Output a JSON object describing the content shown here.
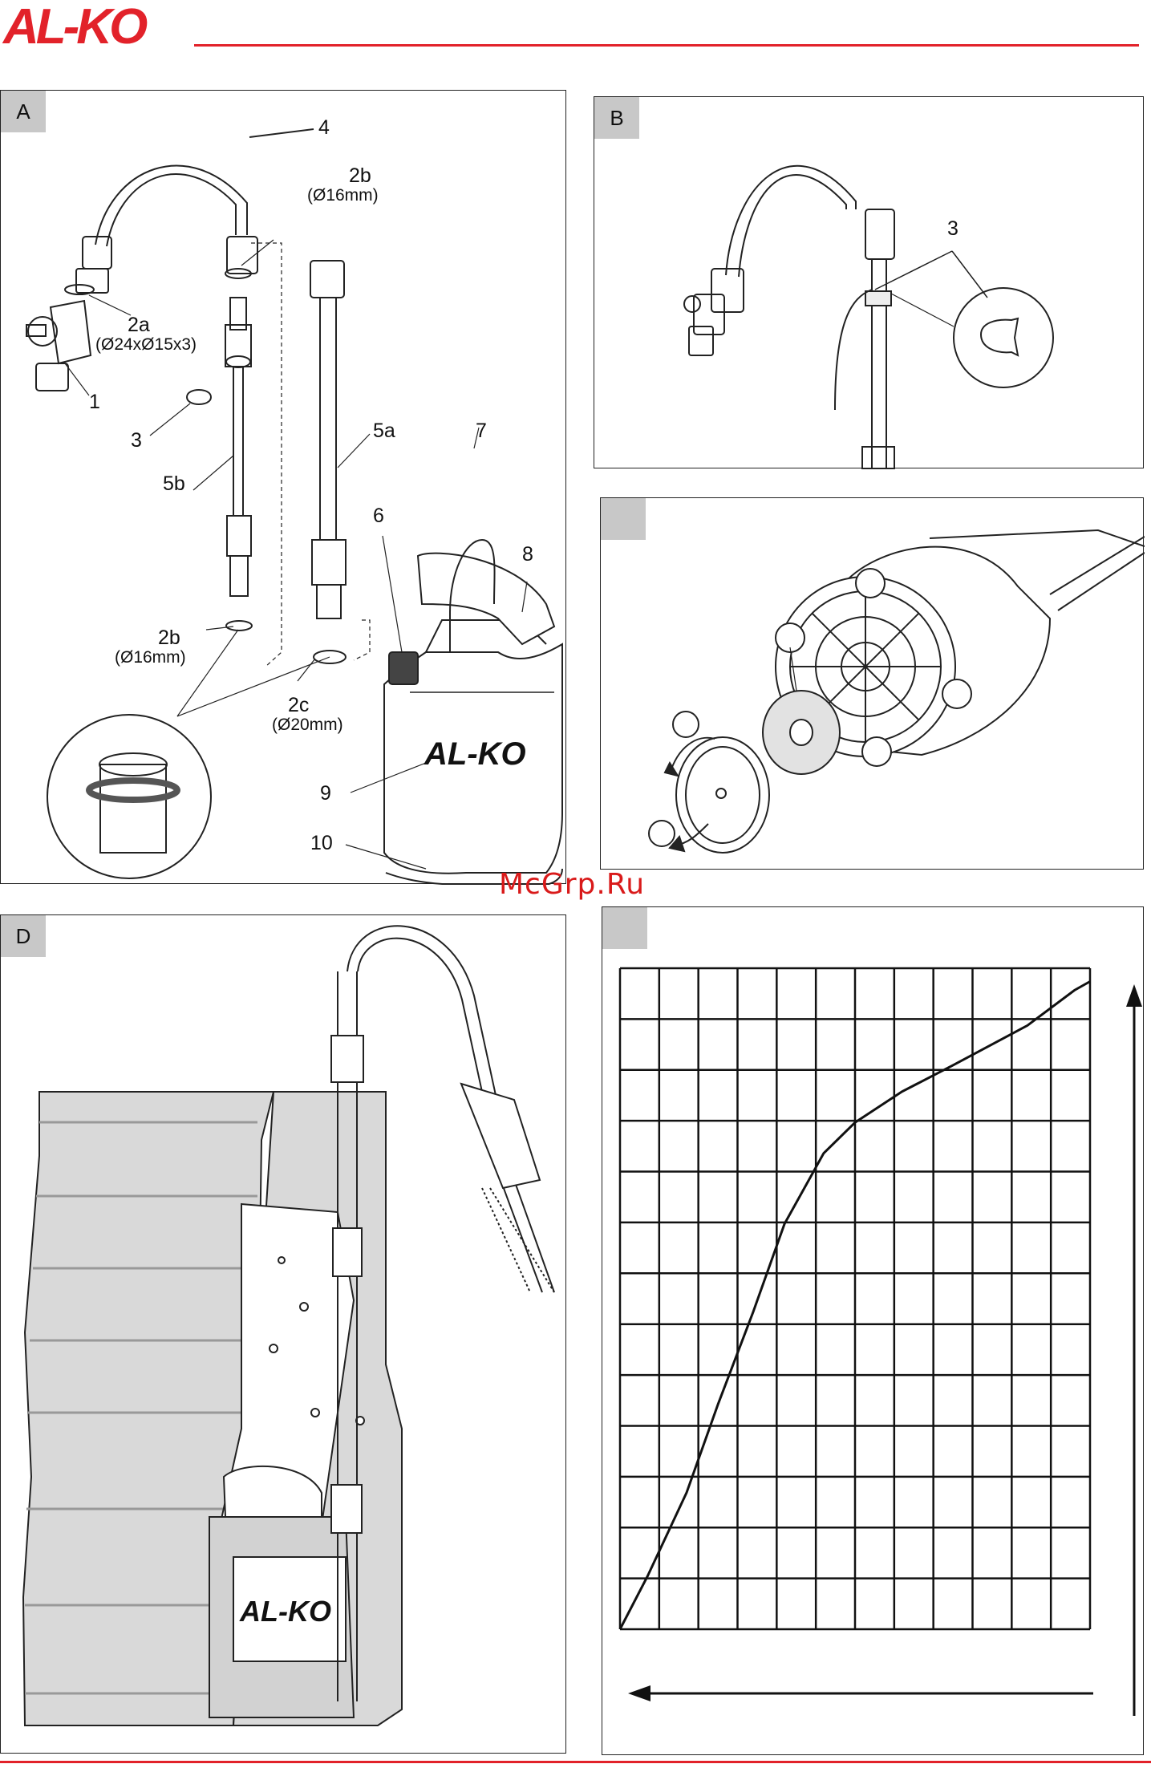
{
  "header": {
    "logo_text": "AL-KO",
    "brand_color": "#e2222a"
  },
  "watermark": "McGrp.Ru",
  "panels": {
    "A": {
      "tag": "A",
      "labels": {
        "p1": "1",
        "p2a": "2a",
        "p2a_dim": "(Ø24xØ15x3)",
        "p2b_top": "2b",
        "p2b_top_dim": "(Ø16mm)",
        "p2b_bottom": "2b",
        "p2b_bottom_dim": "(Ø16mm)",
        "p2c": "2c",
        "p2c_dim": "(Ø20mm)",
        "p3": "3",
        "p4": "4",
        "p5a": "5a",
        "p5b": "5b",
        "p6": "6",
        "p7": "7",
        "p8": "8",
        "p9": "9",
        "p10": "10",
        "pump_logo": "AL-KO"
      }
    },
    "B": {
      "tag": "B",
      "labels": {
        "p3": "3"
      }
    },
    "C": {
      "tag": ""
    },
    "D": {
      "tag": "D",
      "labels": {
        "pump_logo": "AL-KO"
      }
    },
    "E": {
      "tag": ""
    }
  },
  "chart_data": {
    "type": "line",
    "title": "",
    "xlabel": "",
    "ylabel": "",
    "grid": true,
    "grid_columns": 12,
    "grid_rows": 13,
    "x": [
      0,
      0.7,
      1.7,
      2.5,
      3.4,
      4.2,
      5.2,
      6.0,
      7.2,
      8.5,
      10.4,
      11.6,
      12.0
    ],
    "y": [
      0,
      1.2,
      3.1,
      5.1,
      7.2,
      9.2,
      10.8,
      11.5,
      12.2,
      12.8,
      13.7,
      14.5,
      14.7
    ],
    "xlim": [
      0,
      12
    ],
    "ylim": [
      0,
      15
    ],
    "axis_arrows": {
      "x": "right-to-left",
      "y": "bottom-to-top"
    }
  }
}
